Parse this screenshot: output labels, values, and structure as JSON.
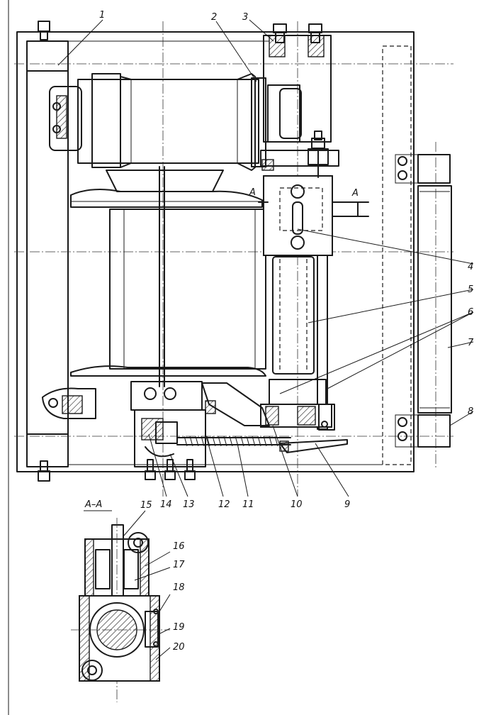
{
  "section_letter_left": "A",
  "section_letter_right": "A",
  "section_title": "A–A",
  "callouts": {
    "c1": "1",
    "c2": "2",
    "c3": "3",
    "c4": "4",
    "c5": "5",
    "c6": "6",
    "c7": "7",
    "c8": "8",
    "c9": "9",
    "c10": "10",
    "c11": "11",
    "c12": "12",
    "c13": "13",
    "c14": "14",
    "c15": "15",
    "c16": "16",
    "c17": "17",
    "c18": "18",
    "c19": "19",
    "c20": "20"
  }
}
